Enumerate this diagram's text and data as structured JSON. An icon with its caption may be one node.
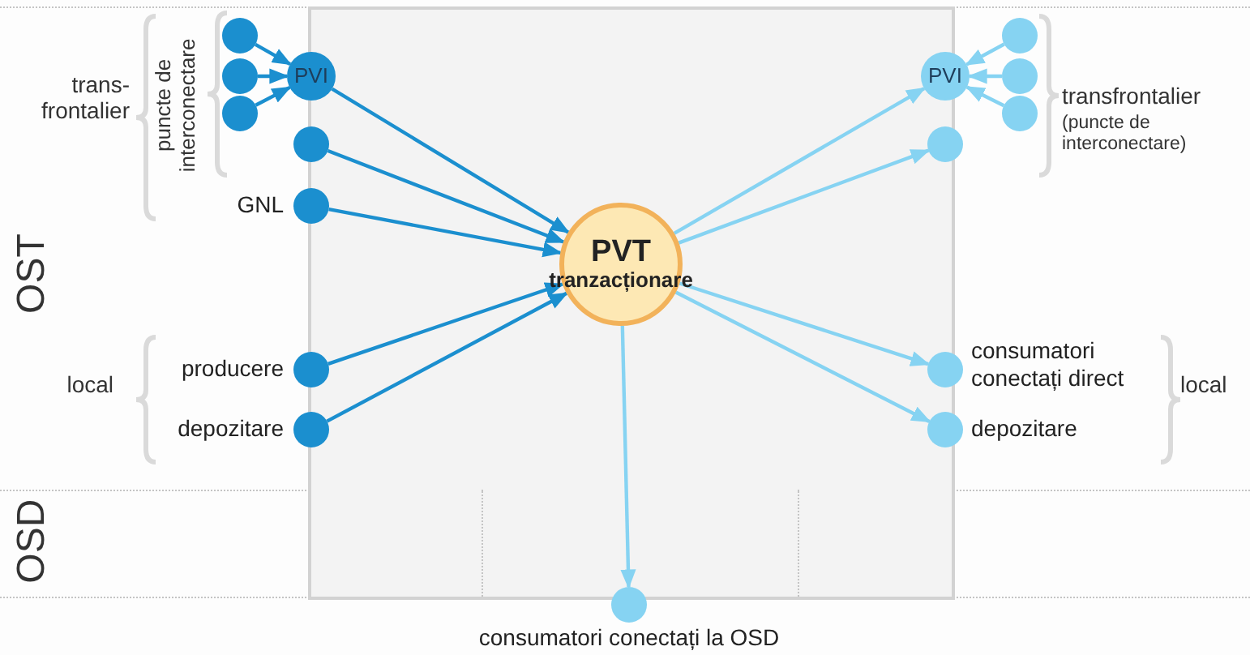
{
  "diagram": {
    "nodes": [
      {
        "text": [],
        "shape": "circle"
      },
      {
        "text": [],
        "shape": "circle"
      },
      {
        "text": [],
        "shape": "circle"
      },
      {
        "text": [
          "PVI"
        ]
      },
      {
        "text": [],
        "shape": "circle"
      },
      {
        "text": [],
        "shape": "circle",
        "beside": [
          "GNL"
        ]
      },
      {
        "text": [
          "PVT",
          "tranzacționare"
        ]
      },
      {
        "text": [],
        "shape": "circle",
        "beside": [
          "producere"
        ]
      },
      {
        "text": [],
        "shape": "circle",
        "beside": [
          "depozitare"
        ]
      },
      {
        "text": [
          "PVI"
        ]
      },
      {
        "text": [],
        "shape": "circle"
      },
      {
        "text": [],
        "shape": "circle"
      },
      {
        "text": [],
        "shape": "circle"
      },
      {
        "text": [],
        "shape": "circle"
      },
      {
        "text": [],
        "shape": "circle",
        "beside": [
          "consumatori conectați direct"
        ]
      },
      {
        "text": [],
        "shape": "circle",
        "beside": [
          "depozitare"
        ]
      },
      {
        "text": [],
        "shape": "circle",
        "beside": [
          "consumatori conectați la OSD"
        ]
      }
    ],
    "edges": [
      {
        "from": 0,
        "to": 3,
        "arrow": "to"
      },
      {
        "from": 1,
        "to": 3,
        "arrow": "to"
      },
      {
        "from": 2,
        "to": 3,
        "arrow": "to"
      },
      {
        "from": 3,
        "to": 6,
        "arrow": "to"
      },
      {
        "from": 4,
        "to": 6,
        "arrow": "to"
      },
      {
        "from": 5,
        "to": 6,
        "arrow": "to"
      },
      {
        "from": 7,
        "to": 6,
        "arrow": "to"
      },
      {
        "from": 8,
        "to": 6,
        "arrow": "to"
      },
      {
        "from": 6,
        "to": 9,
        "arrow": "to",
        "color": "#86d3f2"
      },
      {
        "from": 6,
        "to": 13,
        "arrow": "to",
        "color": "#86d3f2"
      },
      {
        "from": 6,
        "to": 14,
        "arrow": "to",
        "color": "#86d3f2"
      },
      {
        "from": 6,
        "to": 15,
        "arrow": "to",
        "color": "#86d3f2"
      },
      {
        "from": 6,
        "to": 16,
        "arrow": "to",
        "color": "#86d3f2"
      },
      {
        "from": 10,
        "to": 9,
        "arrow": "to",
        "color": "#86d3f2"
      },
      {
        "from": 11,
        "to": 9,
        "arrow": "to",
        "color": "#86d3f2"
      },
      {
        "from": 12,
        "to": 9,
        "arrow": "to",
        "color": "#86d3f2"
      }
    ],
    "labels": [
      "trans- frontalier",
      "puncte de interconectare",
      "transfrontalier",
      "(puncte de interconectare)",
      "OST",
      "local",
      "local",
      "OSD"
    ]
  }
}
